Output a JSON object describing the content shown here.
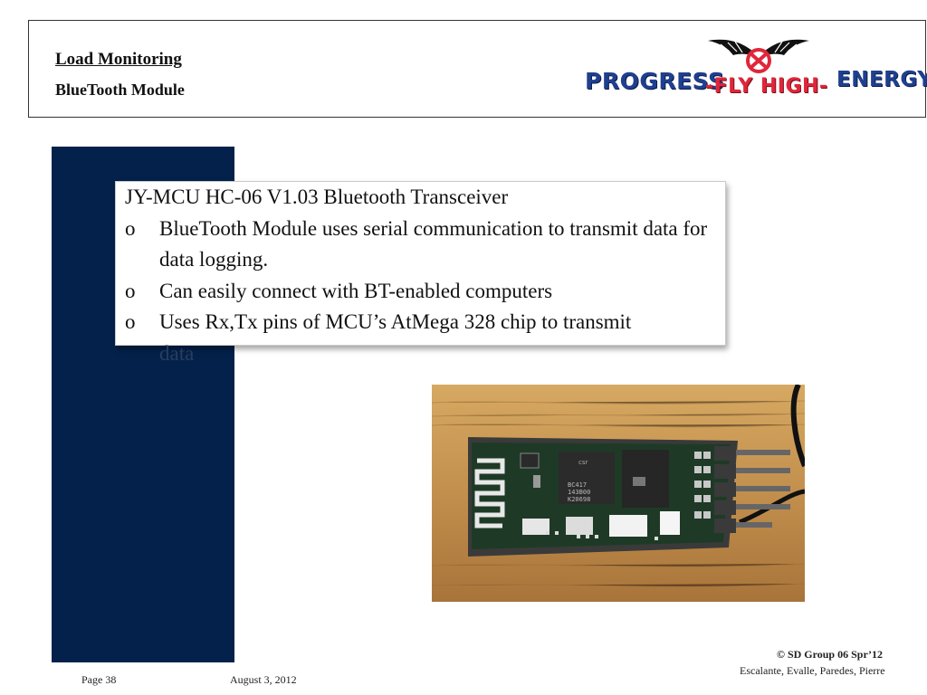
{
  "header": {
    "title": "Load Monitoring",
    "subtitle": "BlueTooth Module",
    "logo": {
      "left_word": "PROGRESS",
      "middle_word": "-FLY HIGH-",
      "right_word": "ENERGY",
      "colors": {
        "blue": "#1f3f8f",
        "red": "#e0263a"
      }
    }
  },
  "content": {
    "heading": "JY-MCU HC-06 V1.03 Bluetooth Transceiver",
    "bullet_marker": "o",
    "bullets": [
      "BlueTooth Module uses serial communication to transmit data for data logging.",
      "Can easily connect with BT-enabled computers",
      "Uses Rx,Tx pins of MCU’s AtMega 328 chip to transmit"
    ],
    "overflow_text": "data"
  },
  "photo": {
    "chip_label": "csr",
    "chip_code_1": "BC417",
    "chip_code_2": "143B00",
    "chip_code_3": "K20698"
  },
  "footer": {
    "copyright": "© SD Group 06 Spr’12",
    "authors": "Escalante, Evalle, Paredes, Pierre",
    "page": "Page 38",
    "date": "August 3, 2012"
  },
  "colors": {
    "navy_band": "#03214a",
    "wood": "#c89a55",
    "board": "#1e3a26"
  }
}
